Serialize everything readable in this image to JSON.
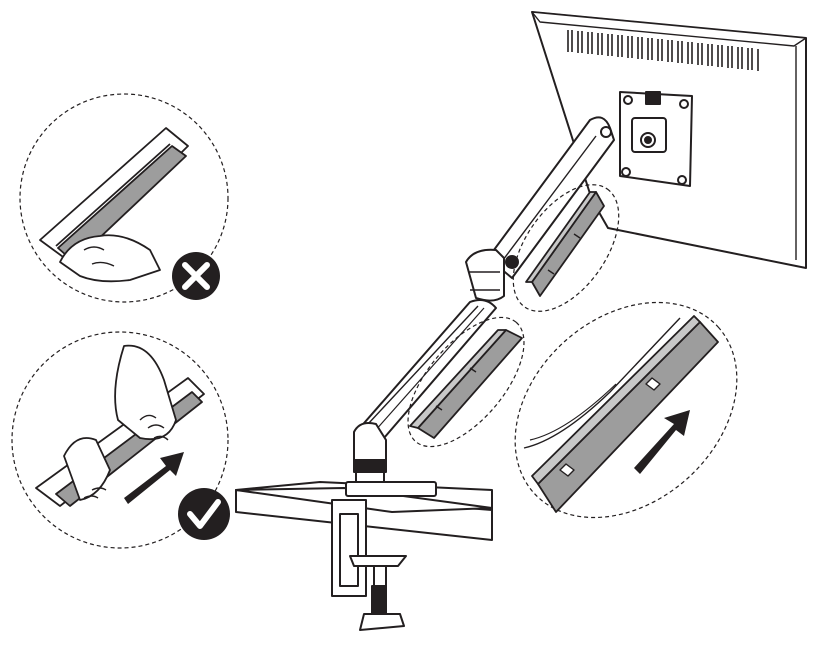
{
  "figure": {
    "kind": "assembly-instruction-illustration",
    "product": "single-monitor-arm-with-desk-clamp",
    "step_description": "cable-cover-installation",
    "callouts": [
      {
        "id": "incorrect",
        "status_icon": "cross-icon",
        "status_color": "#231f20"
      },
      {
        "id": "correct",
        "status_icon": "check-icon",
        "status_color": "#231f20"
      },
      {
        "id": "detail",
        "status_icon": "arrow-icon",
        "status_color": "#231f20"
      }
    ]
  },
  "colors": {
    "line": "#231f20",
    "cover_fill": "#9d9d9d",
    "cover_fill_light": "#c8c8c8",
    "background": "#ffffff"
  }
}
